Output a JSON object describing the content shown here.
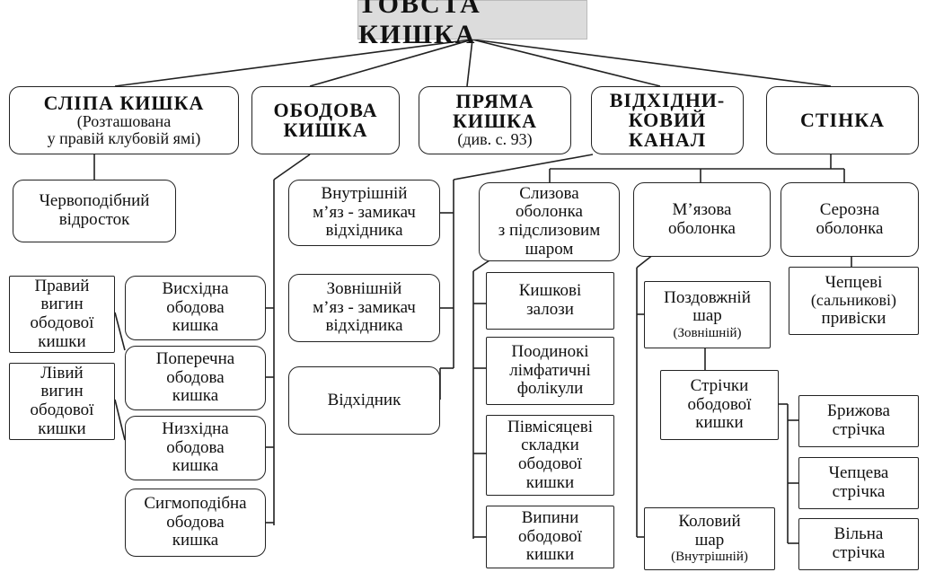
{
  "title": "ТОВСТА КИШКА",
  "top": {
    "slipa": {
      "name": "СЛІПА КИШКА",
      "note": "(Розташована\nу правій клубовій ямі)"
    },
    "obodova": {
      "name": "ОБОДОВА\nКИШКА"
    },
    "pryama": {
      "name": "ПРЯМА\nКИШКА",
      "note": "(див. с. 93)"
    },
    "vidkhidnyk": {
      "name": "ВІДХІДНИ-\nКОВИЙ\nКАНАЛ"
    },
    "stinka": {
      "name": "СТІНКА"
    }
  },
  "appendix": "Червоподібний\nвідросток",
  "flexures": {
    "right": "Правий\nвигин\nободової\nкишки",
    "left": "Лівий\nвигин\nободової\nкишки"
  },
  "colon_parts": [
    "Висхідна\nободова\nкишка",
    "Поперечна\nободова\nкишка",
    "Низхідна\nободова\nкишка",
    "Сигмоподібна\nободова\nкишка"
  ],
  "anal_parts": [
    "Внутрішній\nм’яз - замикач\nвідхідника",
    "Зовнішній\nм’яз - замикач\nвідхідника",
    "Відхідник"
  ],
  "wall": {
    "mucosa": "Слизова\nоболонка\nз підслизовим\nшаром",
    "muscular": "М’язова\nоболонка",
    "serosa": "Серозна\nоболонка"
  },
  "mucosa_items": [
    "Кишкові\nзалози",
    "Поодинокі\nлімфатичні\nфолікули",
    "Півмісяцеві\nскладки\nободової\nкишки",
    "Випини\nободової\nкишки"
  ],
  "muscle": {
    "longitudinal": {
      "name": "Поздовжній\nшар",
      "note": "(Зовнішній)"
    },
    "tapes": "Стрічки\nободової\nкишки",
    "circular": {
      "name": "Коловий\nшар",
      "note": "(Внутрішній)"
    }
  },
  "tapes": [
    "Брижова\nстрічка",
    "Чепцева\nстрічка",
    "Вільна\nстрічка"
  ],
  "omental": {
    "name": "Чепцеві",
    "note": "(сальникові)",
    "name2": "привіски"
  }
}
